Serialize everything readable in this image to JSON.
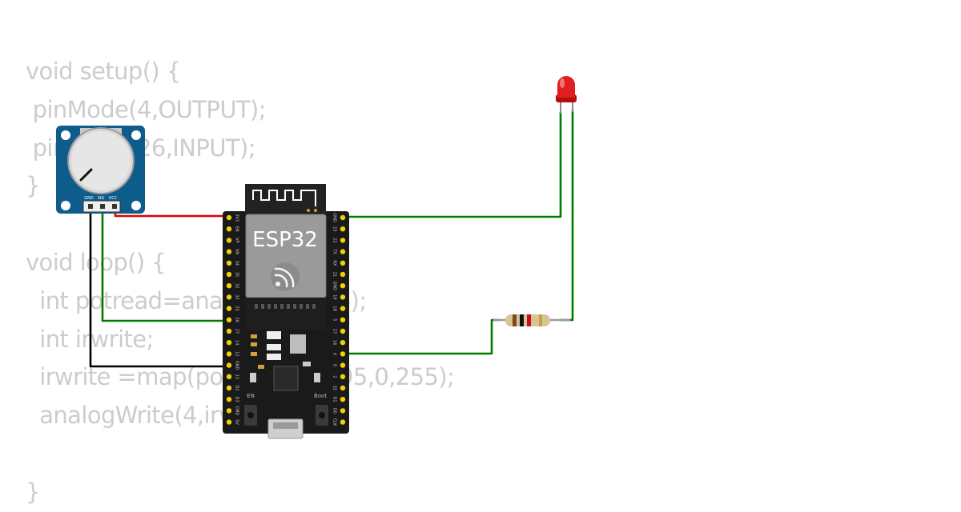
{
  "code_lines": [
    "void setup() {",
    " pinMode(4,OUTPUT);",
    " pinMode(26,INPUT);",
    "}",
    "",
    "void loop() {",
    "  int potread=analogRead(26);",
    "  int irwrite;",
    "  irwrite =map(potread,0,4095,0,255);",
    "  analogWrite(4,irwrite);",
    "",
    "}"
  ],
  "esp32": {
    "label": "ESP32",
    "en_label": "EN",
    "boot_label": "Boot",
    "left_pins": [
      "3V3",
      "EN",
      "VP",
      "VN",
      "34",
      "35",
      "32",
      "33",
      "25",
      "26",
      "27",
      "14",
      "12",
      "GND",
      "13",
      "D2",
      "D3",
      "CMD",
      "5V"
    ],
    "right_pins": [
      "GND",
      "23",
      "22",
      "TX",
      "RX",
      "21",
      "GND",
      "19",
      "18",
      "5",
      "17",
      "16",
      "4",
      "0",
      "2",
      "15",
      "D1",
      "D0",
      "CLK"
    ]
  },
  "potentiometer": {
    "pin_gnd": "GND",
    "pin_sig": "SIG",
    "pin_vcc": "VCC"
  },
  "colors": {
    "wire_red": "#e00000",
    "wire_green": "#007a00",
    "wire_black": "#000000",
    "board": "#1a1a1a",
    "pot_pcb": "#0e5c8c",
    "led": "#e02020"
  }
}
